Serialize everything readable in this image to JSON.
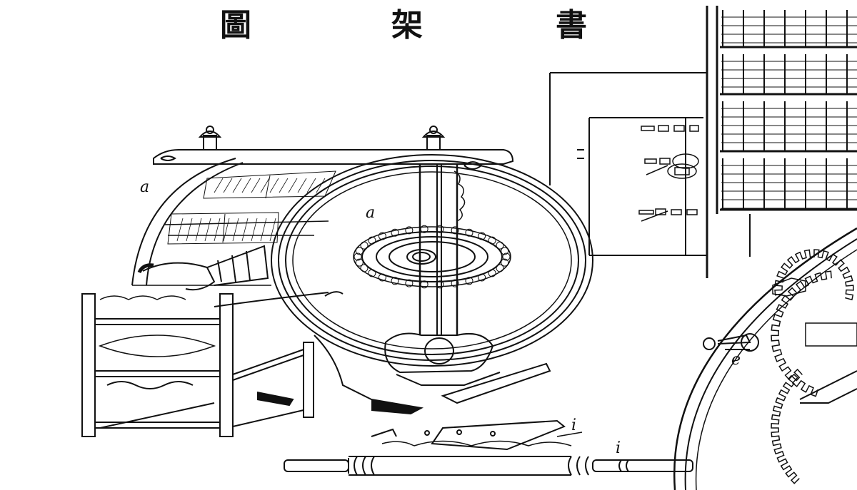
{
  "title": {
    "chars": [
      "圖",
      "架",
      "書"
    ],
    "reading": "書架圖"
  },
  "labels": {
    "wheel_left": "a",
    "wheel_inner": "a",
    "stand_plate": "i",
    "roller": "i",
    "gears": "e"
  },
  "colors": {
    "ink": "#111111",
    "paper": "#ffffff"
  }
}
